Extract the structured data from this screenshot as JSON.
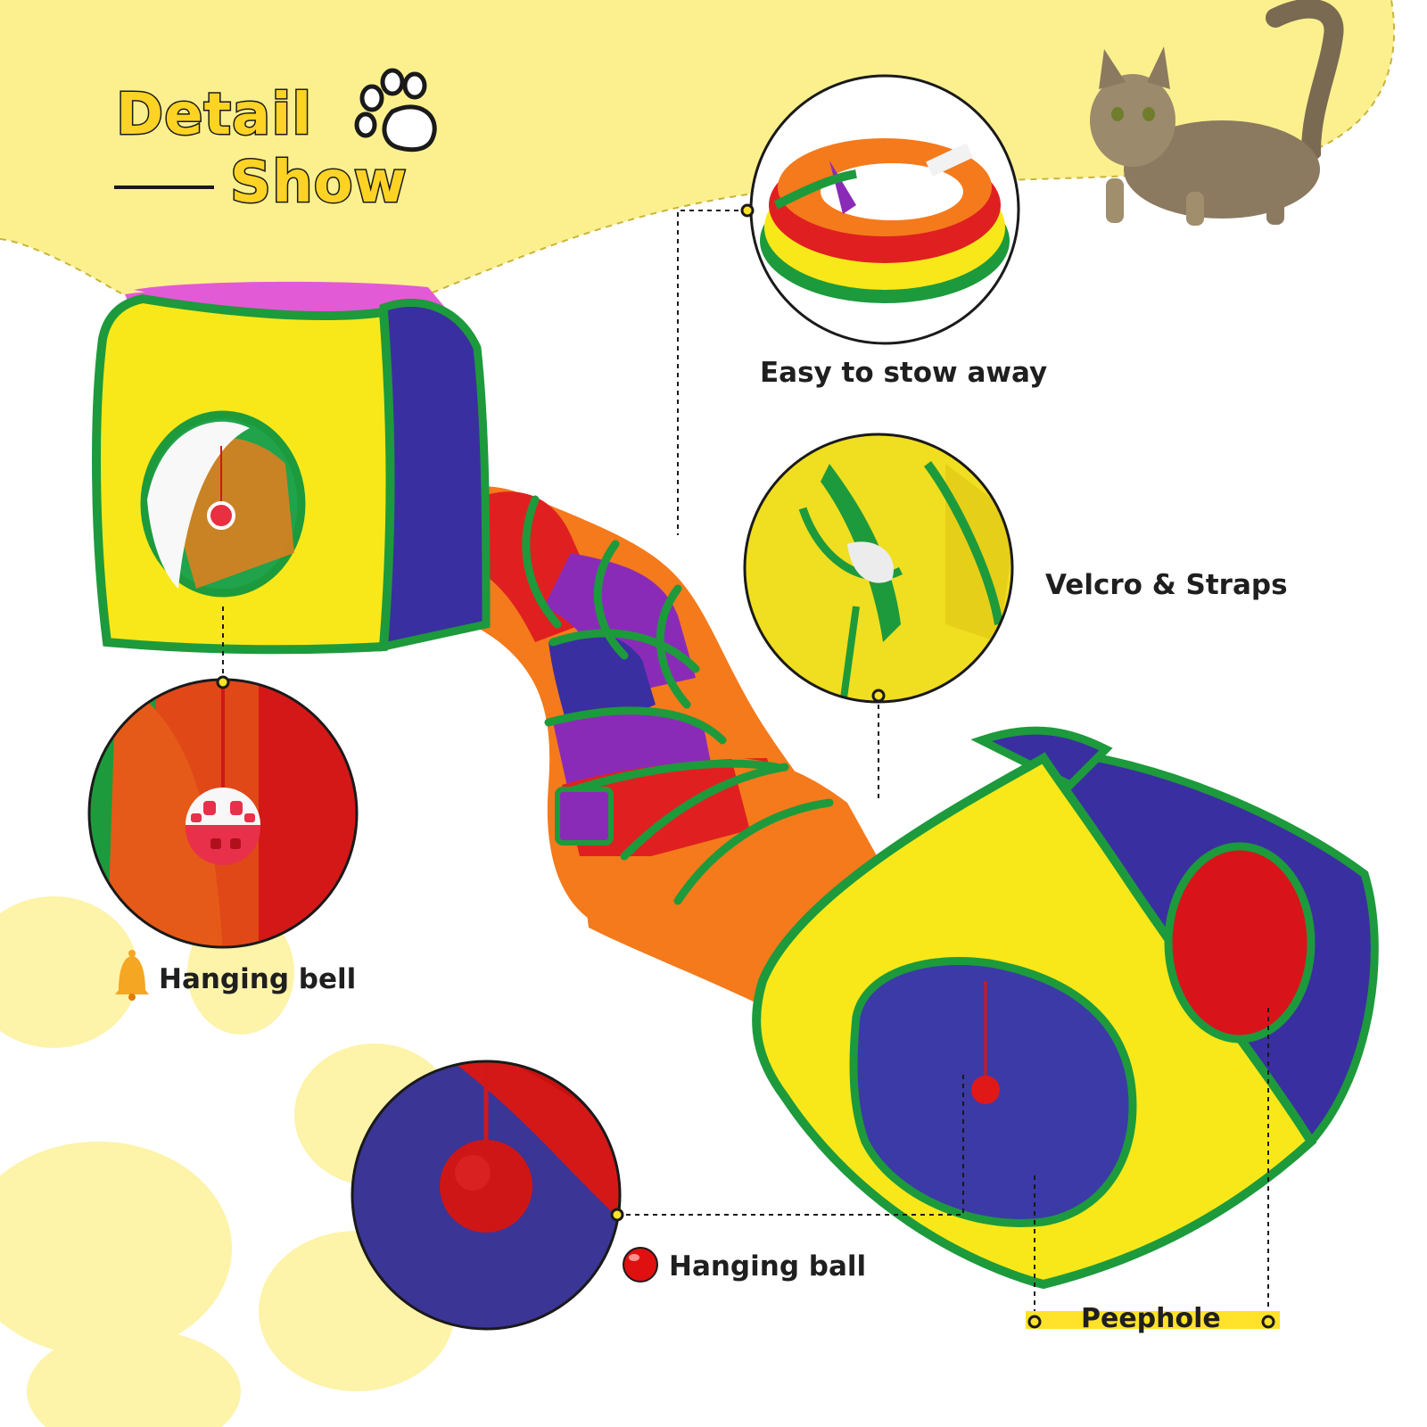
{
  "header": {
    "title_line1": "Detail",
    "title_line2": "Show"
  },
  "callouts": {
    "stow_away": "Easy to stow away",
    "velcro": "Velcro & Straps",
    "bell": "Hanging bell",
    "ball": "Hanging ball",
    "peephole": "Peephole"
  },
  "colors": {
    "background_yellow": "#fcf08e",
    "paw_yellow": "#fdf3a9",
    "trim_green": "#1d9a3c",
    "fabric_yellow": "#f8e81a",
    "fabric_orange": "#f47a1c",
    "fabric_red": "#e02020",
    "fabric_purple": "#8a2bb8",
    "fabric_blue": "#3a2fa0",
    "fabric_pink": "#e35ad6",
    "label_bar": "#ffe229"
  },
  "icons": [
    "paw-icon",
    "bell-icon",
    "ball-icon"
  ]
}
